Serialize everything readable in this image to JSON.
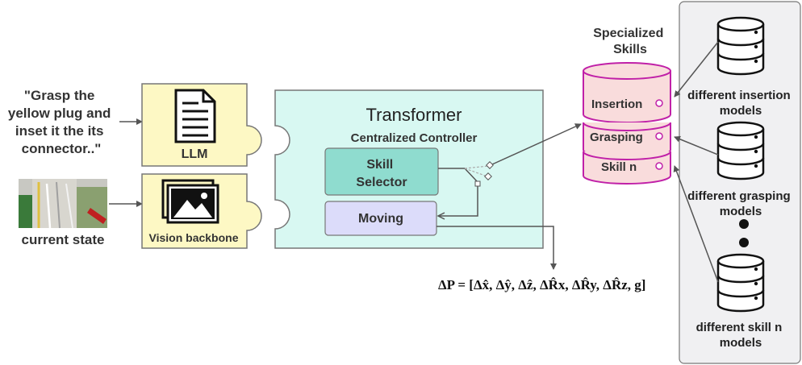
{
  "instruction": {
    "lines": [
      "\"Grasp the",
      "yellow plug and",
      "inset it the its",
      "connector..\""
    ]
  },
  "current_state_label": "current state",
  "llm_label": "LLM",
  "vision_label": "Vision backbone",
  "transformer": {
    "title": "Transformer",
    "subtitle": "Centralized Controller",
    "skill_selector_lines": [
      "Skill",
      "Selector"
    ],
    "moving_label": "Moving"
  },
  "specialized_skills": {
    "title_lines": [
      "Specialized",
      "Skills"
    ],
    "layers": [
      "Insertion",
      "Grasping",
      "Skill n"
    ]
  },
  "model_groups": {
    "insertion_lines": [
      "different insertion",
      "models"
    ],
    "grasping_lines": [
      "different grasping",
      "models"
    ],
    "skill_n_lines": [
      "different skill n",
      "models"
    ]
  },
  "output_formula": "ΔP = [Δx̂, Δŷ, Δẑ, ΔR̂x, ΔR̂y, ΔR̂z, g]",
  "colors": {
    "puzzle_fill": "#fdf8c4",
    "transformer_fill": "#d8f8f2",
    "selector_fill": "#8fdccf",
    "moving_fill": "#dcdcfa",
    "skills_fill": "#f9dcdc",
    "skills_stroke": "#c020a8",
    "panel_fill": "#f0f0f2"
  }
}
